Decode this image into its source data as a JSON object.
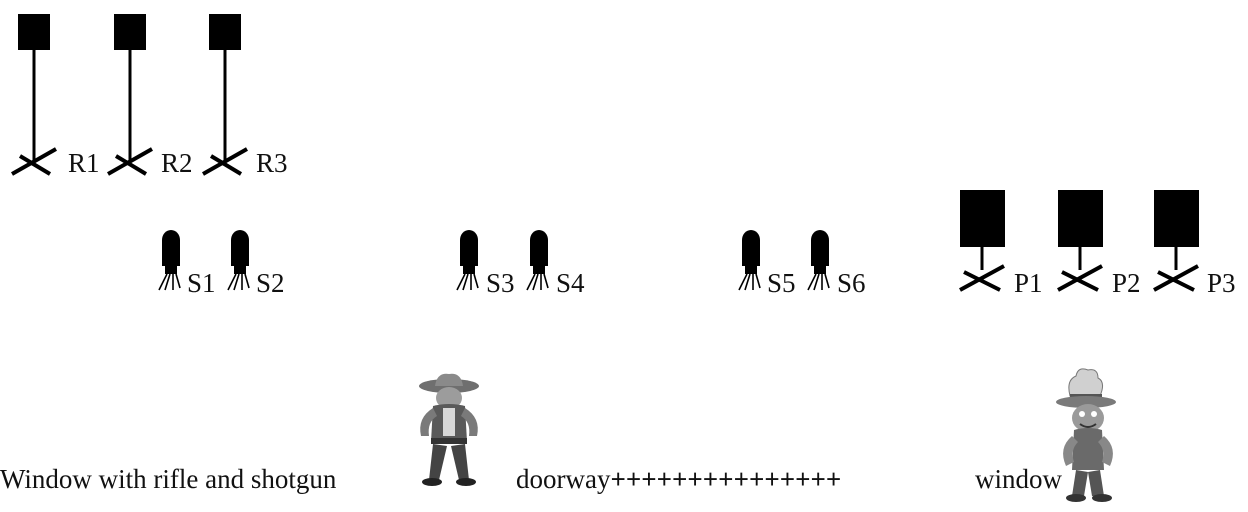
{
  "targets": {
    "rifle": [
      {
        "label": "R1"
      },
      {
        "label": "R2"
      },
      {
        "label": "R3"
      }
    ],
    "shotgun": [
      {
        "label": "S1"
      },
      {
        "label": "S2"
      },
      {
        "label": "S3"
      },
      {
        "label": "S4"
      },
      {
        "label": "S5"
      },
      {
        "label": "S6"
      }
    ],
    "pistol": [
      {
        "label": "P1"
      },
      {
        "label": "P2"
      },
      {
        "label": "P3"
      }
    ]
  },
  "figures": [
    {
      "icon": "cowboy-shooter-icon"
    },
    {
      "icon": "cowboy-chef-icon"
    }
  ],
  "captions": {
    "left": "Window with rifle and shotgun",
    "middle": "doorway",
    "plus_line": "+++++++++++++++",
    "right": "window"
  },
  "colors": {
    "target": "#000000",
    "text": "#111111"
  }
}
